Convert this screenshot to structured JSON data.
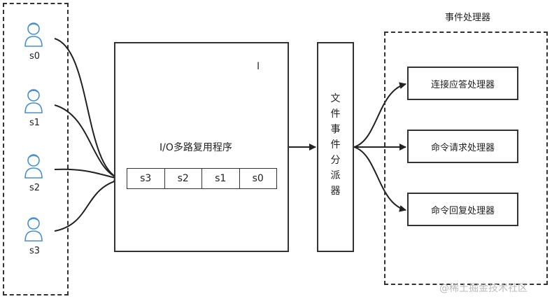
{
  "clients": [
    {
      "label": "s0"
    },
    {
      "label": "s1"
    },
    {
      "label": "s2"
    },
    {
      "label": "s3"
    }
  ],
  "mux": {
    "title": "I/O多路复用程序",
    "queue": [
      "s3",
      "s2",
      "s1",
      "s0"
    ]
  },
  "dispatcher": {
    "chars": [
      "文",
      "件",
      "事",
      "件",
      "分",
      "派",
      "器"
    ]
  },
  "handlers": {
    "group_title": "事件处理器",
    "items": [
      "连接应答处理器",
      "命令请求处理器",
      "命令回复处理器"
    ]
  },
  "cursor": "I",
  "watermark": "@稀土掘金技术社区",
  "colors": {
    "stroke": "#333333",
    "icon": "#4a8fd4",
    "watermark": "#bbbbbb"
  }
}
